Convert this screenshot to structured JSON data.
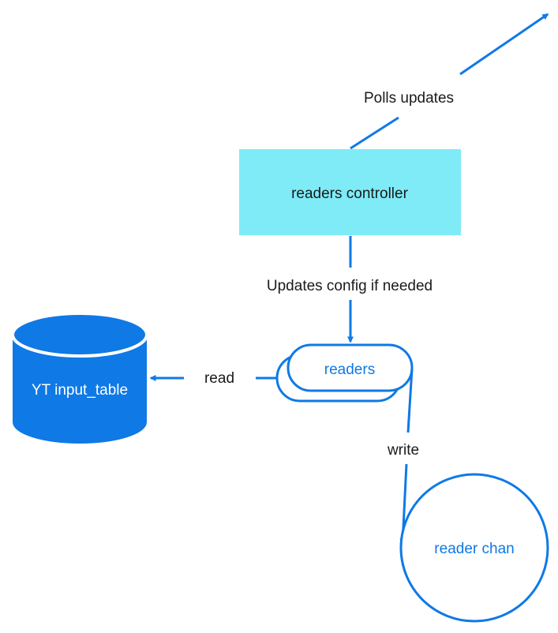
{
  "nodes": {
    "controller": "readers controller",
    "readers": "readers",
    "table": "YT input_table",
    "chan": "reader chan"
  },
  "edges": {
    "polls": "Polls updates",
    "updates": "Updates config if needed",
    "read": "read",
    "write": "write"
  },
  "colors": {
    "accent": "#0f79e6",
    "controller_fill": "#7eebf7",
    "text_dark": "#1a1a1a"
  }
}
